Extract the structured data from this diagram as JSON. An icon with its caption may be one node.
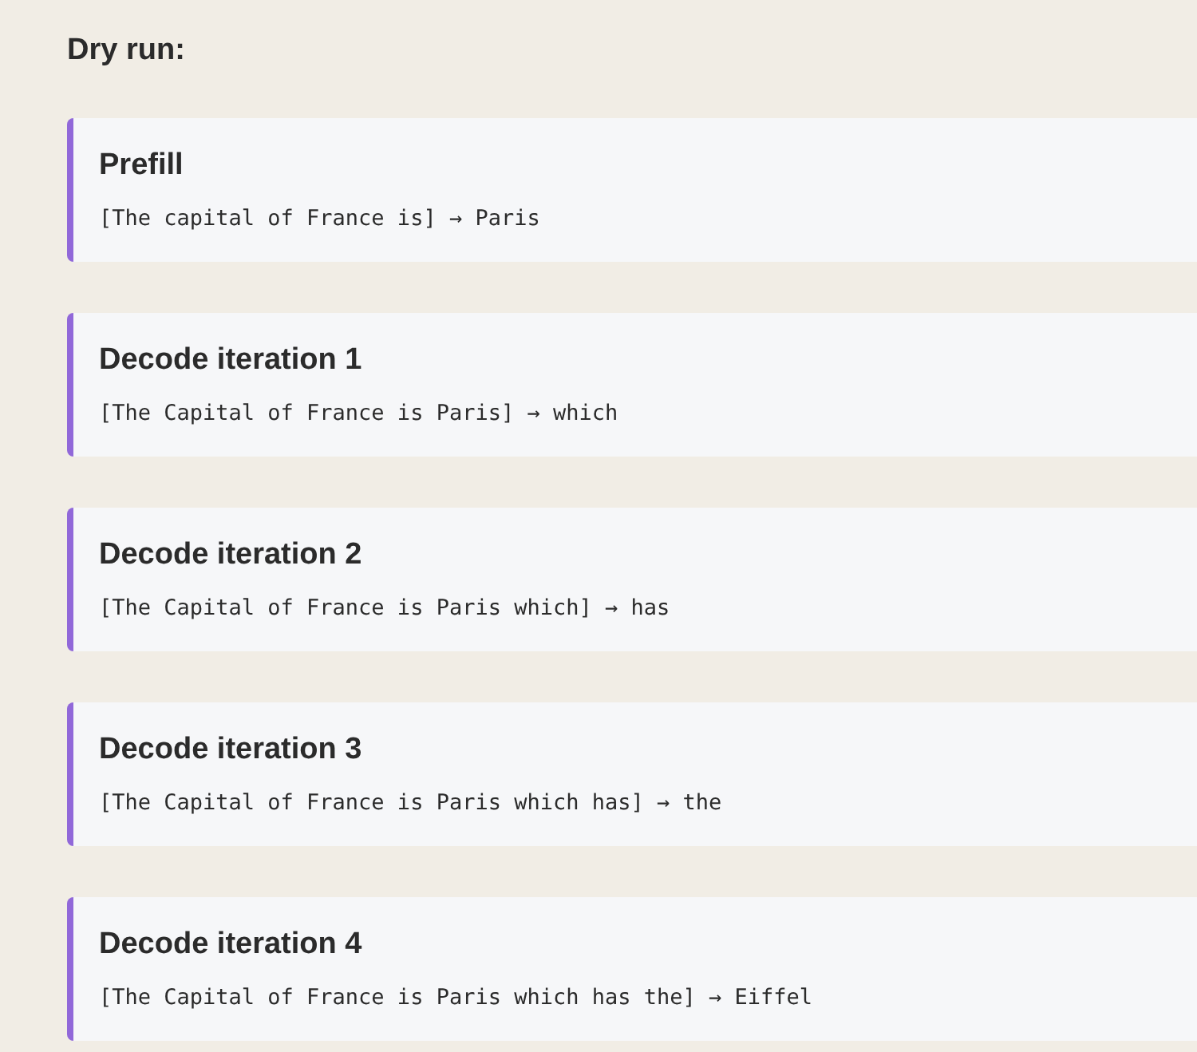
{
  "diagram": {
    "title": "Dry run:",
    "nodes": [
      {
        "text": [
          "Prefill",
          "[The capital of France is] → Paris"
        ]
      },
      {
        "text": [
          "Decode iteration 1",
          "[The Capital of France is Paris] → which"
        ]
      },
      {
        "text": [
          "Decode iteration 2",
          "[The Capital of France is Paris which] → has"
        ]
      },
      {
        "text": [
          "Decode iteration 3",
          "[The Capital of France is Paris which has] → the"
        ]
      },
      {
        "text": [
          "Decode iteration 4",
          "[The Capital of France is Paris which has the] → Eiffel"
        ]
      }
    ]
  }
}
